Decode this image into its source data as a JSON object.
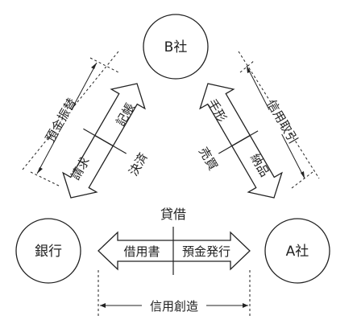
{
  "nodes": {
    "b_company": "B社",
    "bank": "銀行",
    "a_company": "A社"
  },
  "left_arrow": {
    "top_right": "記帳",
    "bottom_left": "請求",
    "bottom_right": "決済",
    "dimension": "預金振替"
  },
  "right_arrow": {
    "top_left": "手形",
    "bottom_left": "売買",
    "bottom_right": "納品",
    "dimension": "信用取引"
  },
  "bottom_arrow": {
    "top": "貸借",
    "left": "借用書",
    "right": "預金発行",
    "dimension": "信用創造"
  },
  "colors": {
    "stroke": "#222222",
    "background": "#ffffff"
  }
}
